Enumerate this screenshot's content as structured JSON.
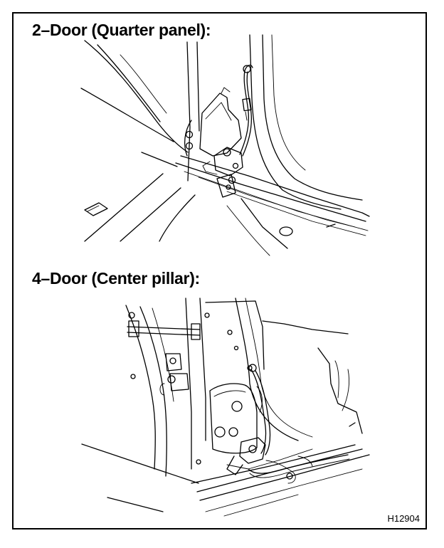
{
  "panels": [
    {
      "heading": "2–Door (Quarter panel):"
    },
    {
      "heading": "4–Door (Center pillar):"
    }
  ],
  "figure_code": "H12904"
}
